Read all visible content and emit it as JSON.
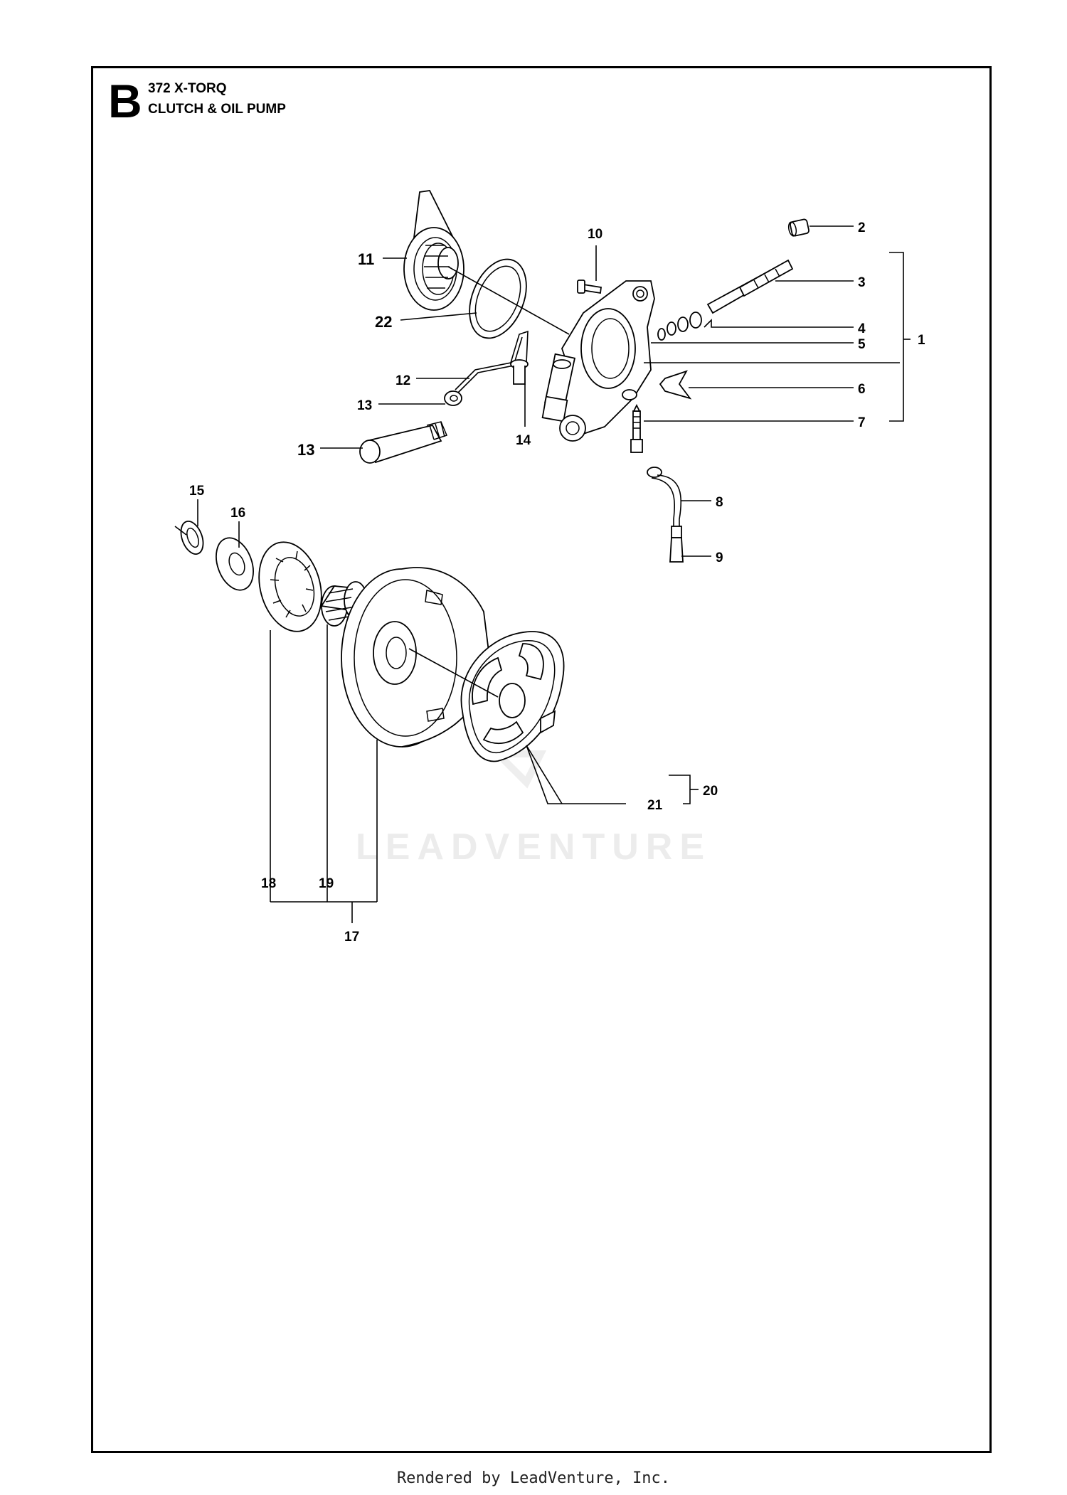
{
  "header": {
    "section_letter": "B",
    "model": "372 X-TORQ",
    "assembly": "CLUTCH & OIL PUMP"
  },
  "callouts": {
    "c1": "1",
    "c2": "2",
    "c3": "3",
    "c4": "4",
    "c5": "5",
    "c6": "6",
    "c7": "7",
    "c8": "8",
    "c9": "9",
    "c10": "10",
    "c11": "11",
    "c12": "12",
    "c13a": "13",
    "c13b": "13",
    "c14": "14",
    "c15": "15",
    "c16": "16",
    "c17": "17",
    "c18": "18",
    "c19": "19",
    "c20": "20",
    "c21": "21",
    "c22": "22"
  },
  "watermark": "LEADVENTURE",
  "footer": "Rendered by LeadVenture, Inc."
}
